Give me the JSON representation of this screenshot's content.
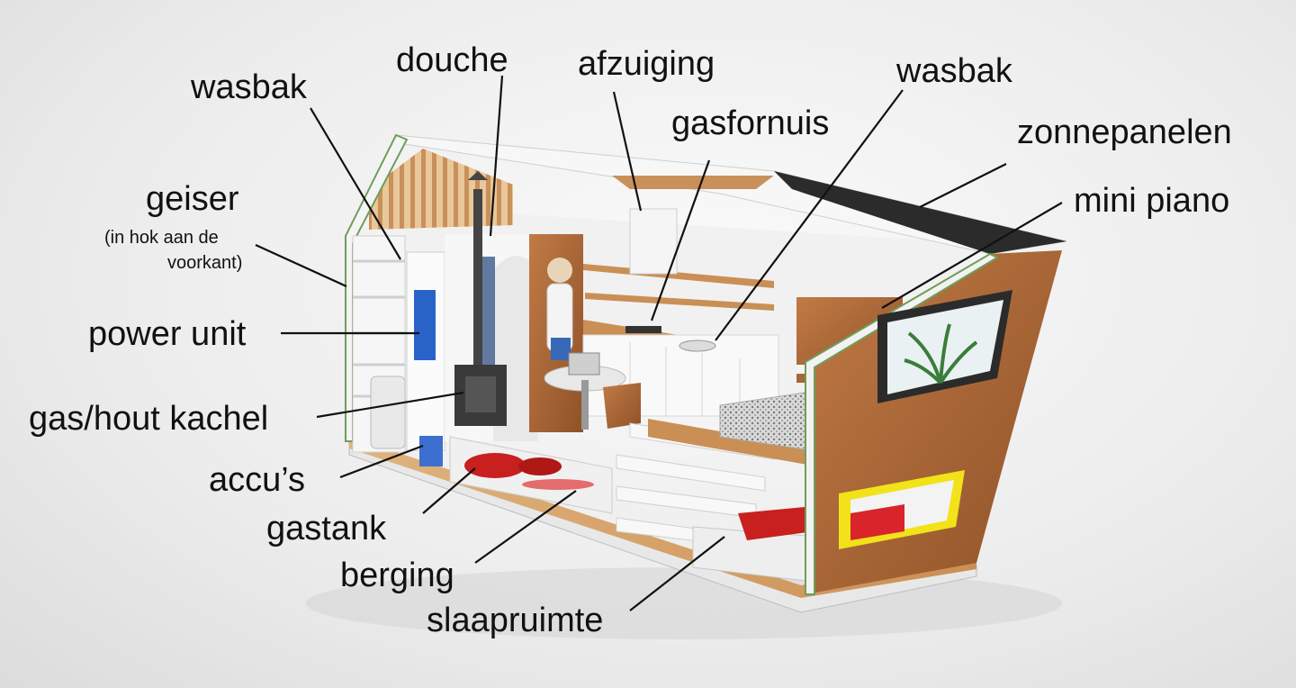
{
  "labels": {
    "douche": "douche",
    "afzuiging": "afzuiging",
    "wasbak_left": "wasbak",
    "wasbak_right": "wasbak",
    "gasfornuis": "gasfornuis",
    "zonnepanelen": "zonnepanelen",
    "mini_piano": "mini piano",
    "geiser": "geiser",
    "geiser_note_line1": "(in hok aan de",
    "geiser_note_line2": "voorkant)",
    "power_unit": "power unit",
    "kachel": "gas/hout kachel",
    "accus": "accu’s",
    "gastank": "gastank",
    "berging": "berging",
    "slaapruimte": "slaapruimte"
  },
  "colors": {
    "wood": "#b06a3a",
    "wood_light": "#d9a56c",
    "power_unit_blue": "#2a63c8",
    "gas_tank_red": "#c8201e",
    "window_yellow": "#f2e21a",
    "roof_dark": "#2b2b2b",
    "interior_white": "#f4f4f4"
  }
}
